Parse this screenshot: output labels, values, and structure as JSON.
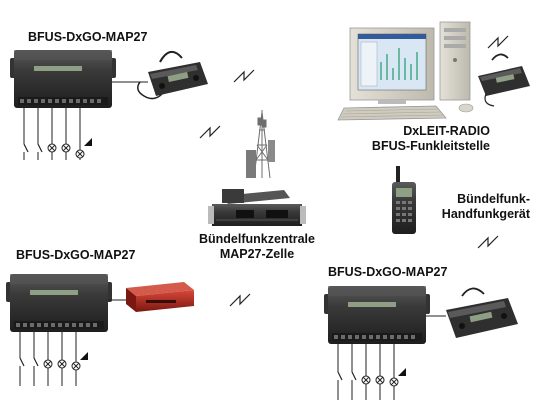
{
  "labels": {
    "unit_top_left": "BFUS-DxGO-MAP27",
    "unit_bottom_left": "BFUS-DxGO-MAP27",
    "unit_bottom_right": "BFUS-DxGO-MAP27",
    "control_station_line1": "DxLEIT-RADIO",
    "control_station_line2": "BFUS-Funkleitstelle",
    "trunking_center_line1": "Bündelfunkzentrale",
    "trunking_center_line2": "MAP27-Zelle",
    "handheld_line1": "Bündelfunk-",
    "handheld_line2": "Handfunkgerät"
  },
  "colors": {
    "device_dark": "#2b2b2b",
    "device_mid": "#454545",
    "display_green": "#8f9f86",
    "modem_red": "#b5281d",
    "monitor_screen": "#d9e7f4",
    "pc_beige": "#d6d3c8",
    "tower_gray": "#6e6e6e"
  },
  "icons": [
    "controller-box-icon",
    "mobile-radio-icon",
    "radio-tower-icon",
    "rack-unit-icon",
    "desktop-pc-icon",
    "handheld-radio-icon",
    "modem-box-icon",
    "radio-link-icon",
    "switch-contact-icon",
    "lamp-icon"
  ]
}
